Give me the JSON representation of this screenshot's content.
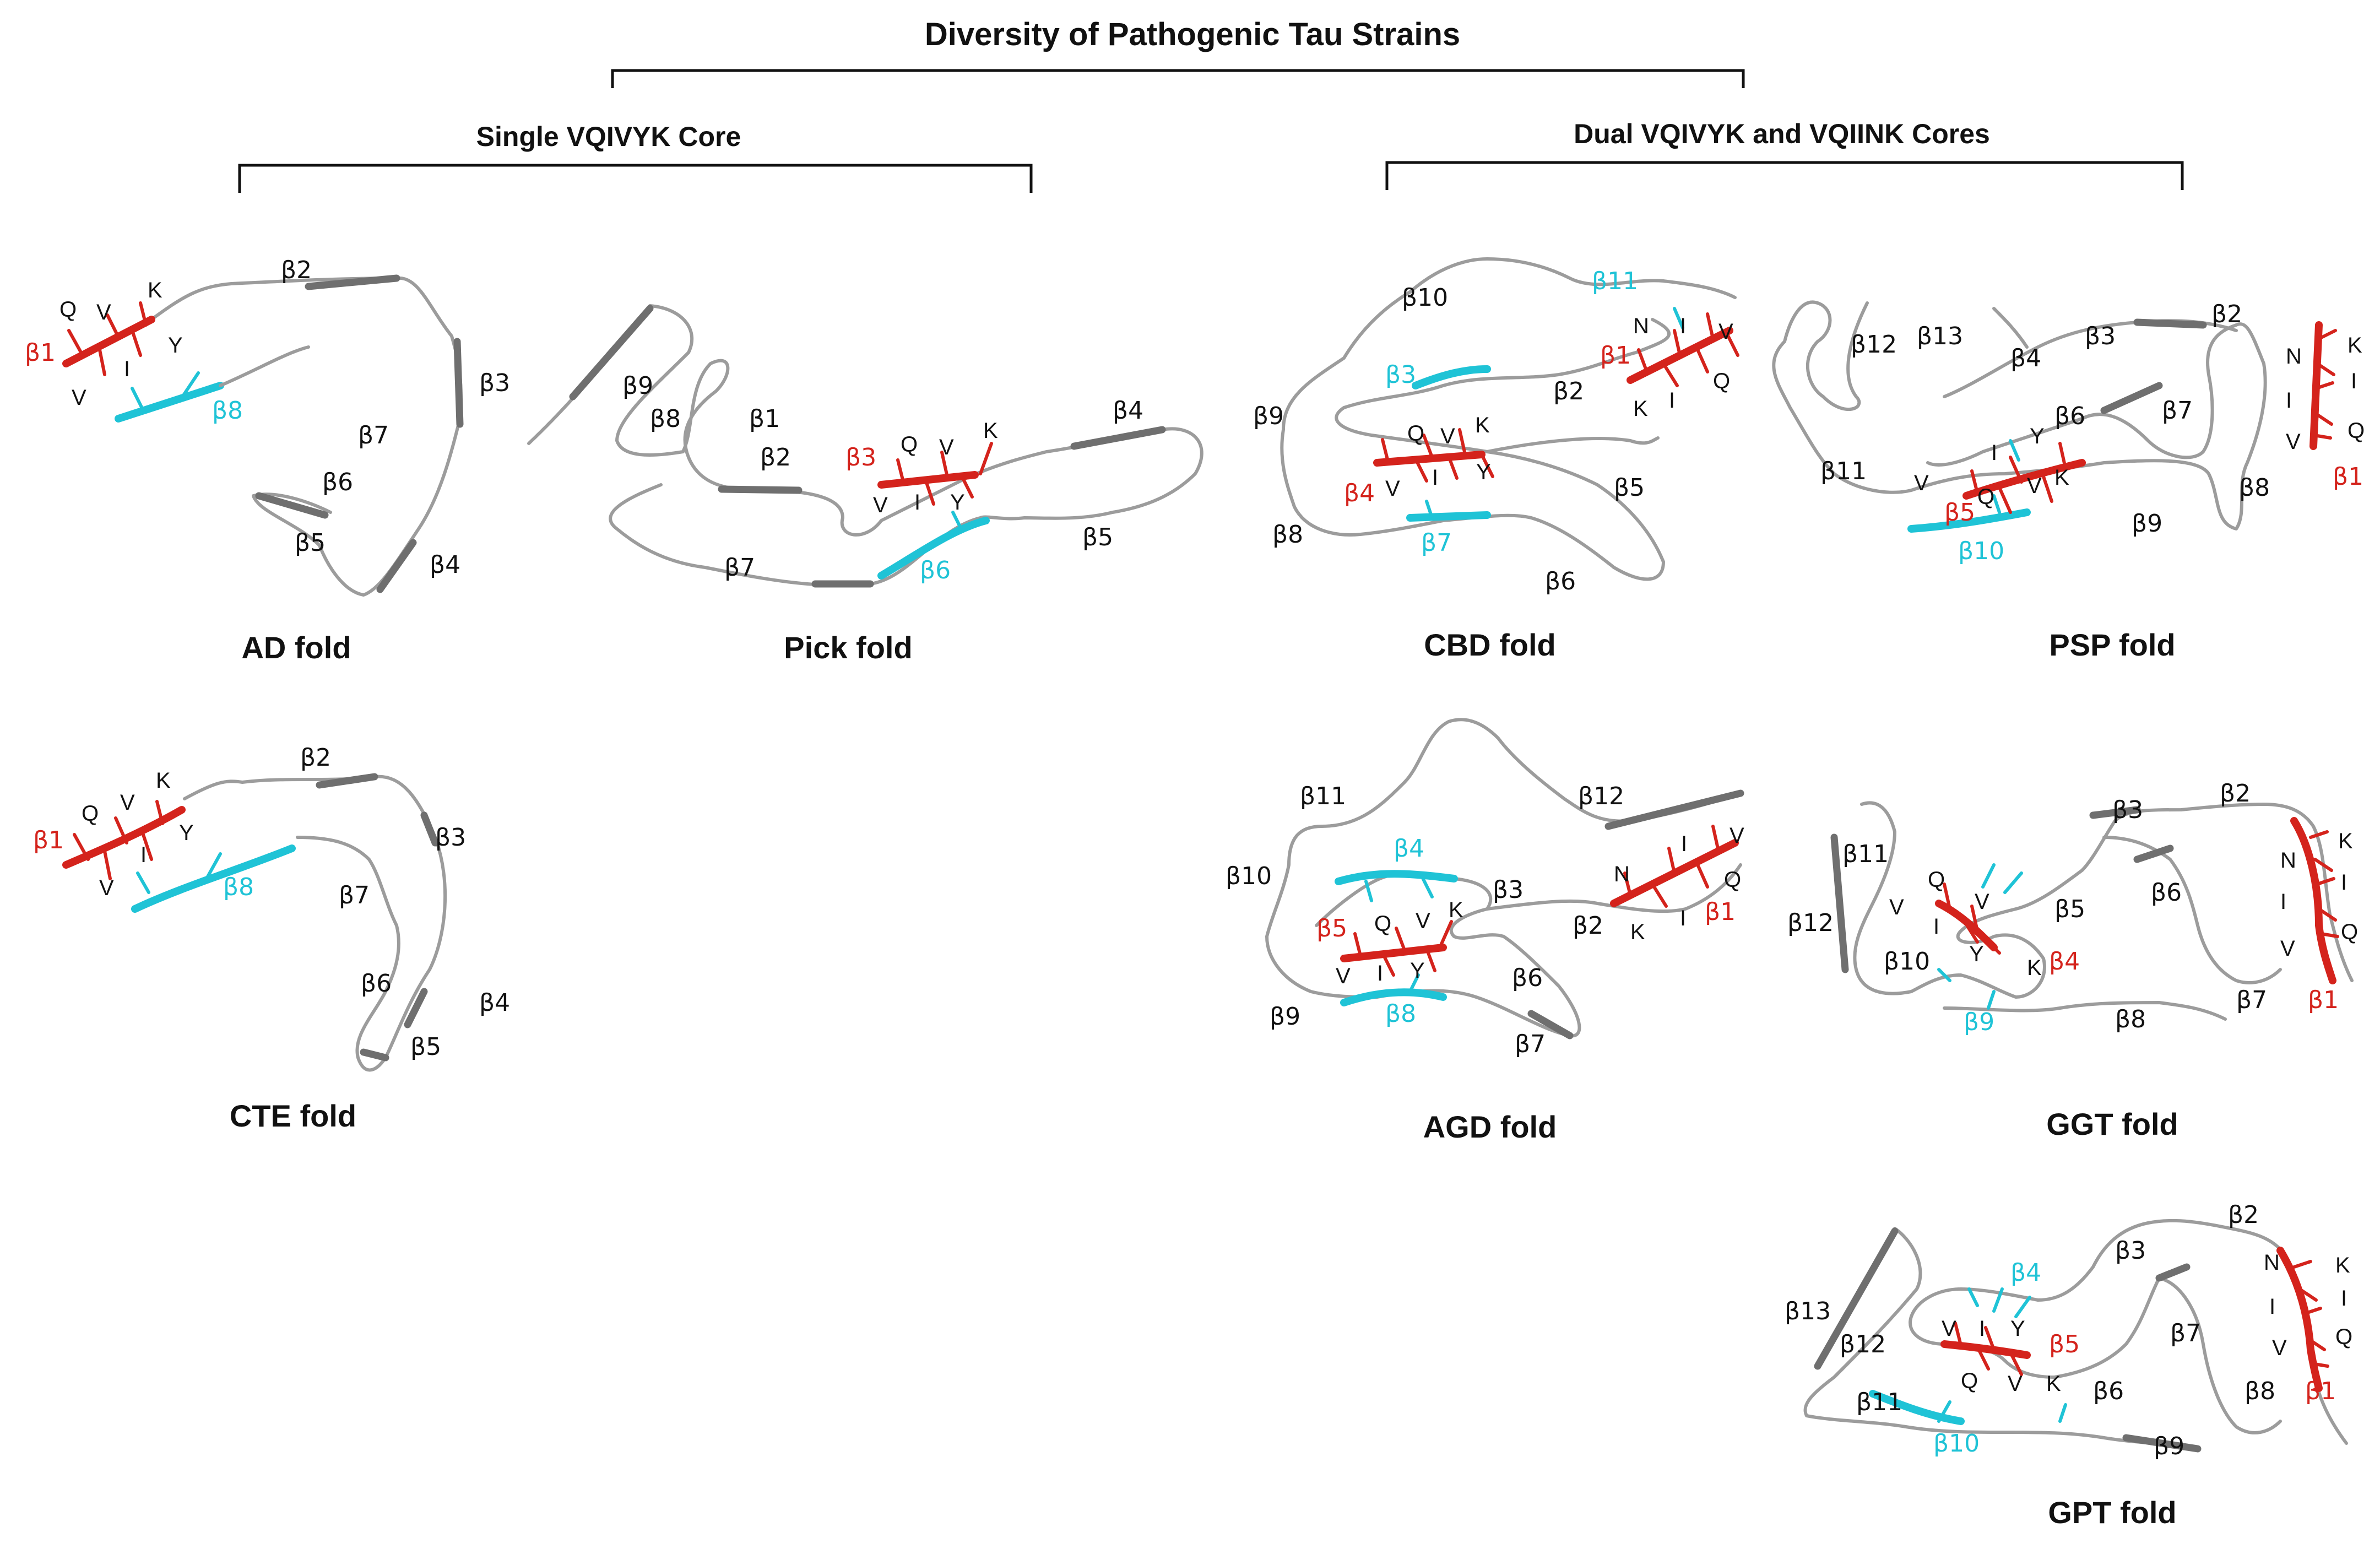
{
  "title": "Diversity of Pathogenic Tau Strains",
  "groups": {
    "single": "Single VQIVYK Core",
    "dual": "Dual VQIVYK and VQIINK Cores"
  },
  "colors": {
    "vqivyk": "#d4231c",
    "vqiink": "#1fc3d6",
    "chain": "#9c9c9c",
    "strand": "#6f6f6f"
  },
  "folds": {
    "ad": {
      "name": "AD fold",
      "labels": [
        {
          "t": "β1",
          "c": "red"
        },
        {
          "t": "β8",
          "c": "cyan"
        },
        {
          "t": "β2",
          "c": "black"
        },
        {
          "t": "β3",
          "c": "black"
        },
        {
          "t": "β7",
          "c": "black"
        },
        {
          "t": "β6",
          "c": "black"
        },
        {
          "t": "β5",
          "c": "black"
        },
        {
          "t": "β4",
          "c": "black"
        },
        {
          "t": "Q",
          "c": "black"
        },
        {
          "t": "V",
          "c": "black"
        },
        {
          "t": "K",
          "c": "black"
        },
        {
          "t": "Y",
          "c": "black"
        },
        {
          "t": "I",
          "c": "black"
        },
        {
          "t": "V",
          "c": "black"
        }
      ]
    },
    "pick": {
      "name": "Pick fold",
      "labels": [
        {
          "t": "β9",
          "c": "black"
        },
        {
          "t": "β8",
          "c": "black"
        },
        {
          "t": "β1",
          "c": "black"
        },
        {
          "t": "β2",
          "c": "black"
        },
        {
          "t": "β3",
          "c": "red"
        },
        {
          "t": "β4",
          "c": "black"
        },
        {
          "t": "β7",
          "c": "black"
        },
        {
          "t": "β6",
          "c": "cyan"
        },
        {
          "t": "β5",
          "c": "black"
        },
        {
          "t": "Q",
          "c": "black"
        },
        {
          "t": "V",
          "c": "black"
        },
        {
          "t": "K",
          "c": "black"
        },
        {
          "t": "V",
          "c": "black"
        },
        {
          "t": "I",
          "c": "black"
        },
        {
          "t": "Y",
          "c": "black"
        }
      ]
    },
    "cte": {
      "name": "CTE fold",
      "labels": [
        {
          "t": "β1",
          "c": "red"
        },
        {
          "t": "β8",
          "c": "cyan"
        },
        {
          "t": "β2",
          "c": "black"
        },
        {
          "t": "β3",
          "c": "black"
        },
        {
          "t": "β7",
          "c": "black"
        },
        {
          "t": "β6",
          "c": "black"
        },
        {
          "t": "β5",
          "c": "black"
        },
        {
          "t": "β4",
          "c": "black"
        },
        {
          "t": "Q",
          "c": "black"
        },
        {
          "t": "V",
          "c": "black"
        },
        {
          "t": "K",
          "c": "black"
        },
        {
          "t": "Y",
          "c": "black"
        },
        {
          "t": "I",
          "c": "black"
        },
        {
          "t": "V",
          "c": "black"
        }
      ]
    },
    "cbd": {
      "name": "CBD fold",
      "labels": [
        {
          "t": "β10",
          "c": "black"
        },
        {
          "t": "β11",
          "c": "cyan"
        },
        {
          "t": "β1",
          "c": "red"
        },
        {
          "t": "β3",
          "c": "cyan"
        },
        {
          "t": "β2",
          "c": "black"
        },
        {
          "t": "β9",
          "c": "black"
        },
        {
          "t": "β4",
          "c": "red"
        },
        {
          "t": "β7",
          "c": "cyan"
        },
        {
          "t": "β5",
          "c": "black"
        },
        {
          "t": "β8",
          "c": "black"
        },
        {
          "t": "β6",
          "c": "black"
        },
        {
          "t": "N",
          "c": "black"
        },
        {
          "t": "I",
          "c": "black"
        },
        {
          "t": "V",
          "c": "black"
        },
        {
          "t": "K",
          "c": "black"
        },
        {
          "t": "I",
          "c": "black"
        },
        {
          "t": "Q",
          "c": "black"
        },
        {
          "t": "Q",
          "c": "black"
        },
        {
          "t": "V",
          "c": "black"
        },
        {
          "t": "K",
          "c": "black"
        },
        {
          "t": "V",
          "c": "black"
        },
        {
          "t": "I",
          "c": "black"
        },
        {
          "t": "Y",
          "c": "black"
        }
      ]
    },
    "psp": {
      "name": "PSP fold",
      "labels": [
        {
          "t": "β12",
          "c": "black"
        },
        {
          "t": "β13",
          "c": "black"
        },
        {
          "t": "β4",
          "c": "black"
        },
        {
          "t": "β3",
          "c": "black"
        },
        {
          "t": "β2",
          "c": "black"
        },
        {
          "t": "β6",
          "c": "black"
        },
        {
          "t": "β7",
          "c": "black"
        },
        {
          "t": "β11",
          "c": "black"
        },
        {
          "t": "β5",
          "c": "red"
        },
        {
          "t": "β10",
          "c": "cyan"
        },
        {
          "t": "β9",
          "c": "black"
        },
        {
          "t": "β8",
          "c": "black"
        },
        {
          "t": "β1",
          "c": "red"
        },
        {
          "t": "N",
          "c": "black"
        },
        {
          "t": "K",
          "c": "black"
        },
        {
          "t": "I",
          "c": "black"
        },
        {
          "t": "I",
          "c": "black"
        },
        {
          "t": "Q",
          "c": "black"
        },
        {
          "t": "V",
          "c": "black"
        },
        {
          "t": "I",
          "c": "black"
        },
        {
          "t": "Y",
          "c": "black"
        },
        {
          "t": "V",
          "c": "black"
        },
        {
          "t": "Q",
          "c": "black"
        },
        {
          "t": "V",
          "c": "black"
        },
        {
          "t": "K",
          "c": "black"
        }
      ]
    },
    "agd": {
      "name": "AGD fold",
      "labels": [
        {
          "t": "β11",
          "c": "black"
        },
        {
          "t": "β12",
          "c": "black"
        },
        {
          "t": "β10",
          "c": "black"
        },
        {
          "t": "β4",
          "c": "cyan"
        },
        {
          "t": "β3",
          "c": "black"
        },
        {
          "t": "β2",
          "c": "black"
        },
        {
          "t": "β5",
          "c": "red"
        },
        {
          "t": "β1",
          "c": "red"
        },
        {
          "t": "β6",
          "c": "black"
        },
        {
          "t": "β9",
          "c": "black"
        },
        {
          "t": "β8",
          "c": "cyan"
        },
        {
          "t": "β7",
          "c": "black"
        },
        {
          "t": "N",
          "c": "black"
        },
        {
          "t": "I",
          "c": "black"
        },
        {
          "t": "V",
          "c": "black"
        },
        {
          "t": "Q",
          "c": "black"
        },
        {
          "t": "K",
          "c": "black"
        },
        {
          "t": "I",
          "c": "black"
        },
        {
          "t": "Q",
          "c": "black"
        },
        {
          "t": "V",
          "c": "black"
        },
        {
          "t": "K",
          "c": "black"
        },
        {
          "t": "V",
          "c": "black"
        },
        {
          "t": "I",
          "c": "black"
        },
        {
          "t": "Y",
          "c": "black"
        }
      ]
    },
    "ggt": {
      "name": "GGT fold",
      "labels": [
        {
          "t": "β11",
          "c": "black"
        },
        {
          "t": "β3",
          "c": "black"
        },
        {
          "t": "β2",
          "c": "black"
        },
        {
          "t": "β12",
          "c": "black"
        },
        {
          "t": "β5",
          "c": "black"
        },
        {
          "t": "β6",
          "c": "black"
        },
        {
          "t": "β10",
          "c": "black"
        },
        {
          "t": "β4",
          "c": "red"
        },
        {
          "t": "β9",
          "c": "cyan"
        },
        {
          "t": "β8",
          "c": "black"
        },
        {
          "t": "β7",
          "c": "black"
        },
        {
          "t": "β1",
          "c": "red"
        },
        {
          "t": "Q",
          "c": "black"
        },
        {
          "t": "V",
          "c": "black"
        },
        {
          "t": "V",
          "c": "black"
        },
        {
          "t": "I",
          "c": "black"
        },
        {
          "t": "Y",
          "c": "black"
        },
        {
          "t": "K",
          "c": "black"
        },
        {
          "t": "K",
          "c": "black"
        },
        {
          "t": "N",
          "c": "black"
        },
        {
          "t": "I",
          "c": "black"
        },
        {
          "t": "I",
          "c": "black"
        },
        {
          "t": "Q",
          "c": "black"
        },
        {
          "t": "V",
          "c": "black"
        }
      ]
    },
    "gpt": {
      "name": "GPT fold",
      "labels": [
        {
          "t": "β2",
          "c": "black"
        },
        {
          "t": "β4",
          "c": "cyan"
        },
        {
          "t": "β3",
          "c": "black"
        },
        {
          "t": "β13",
          "c": "black"
        },
        {
          "t": "β12",
          "c": "black"
        },
        {
          "t": "β5",
          "c": "red"
        },
        {
          "t": "β6",
          "c": "black"
        },
        {
          "t": "β7",
          "c": "black"
        },
        {
          "t": "β8",
          "c": "black"
        },
        {
          "t": "β1",
          "c": "red"
        },
        {
          "t": "β11",
          "c": "black"
        },
        {
          "t": "β10",
          "c": "cyan"
        },
        {
          "t": "β9",
          "c": "black"
        },
        {
          "t": "V",
          "c": "black"
        },
        {
          "t": "I",
          "c": "black"
        },
        {
          "t": "Y",
          "c": "black"
        },
        {
          "t": "Q",
          "c": "black"
        },
        {
          "t": "V",
          "c": "black"
        },
        {
          "t": "K",
          "c": "black"
        },
        {
          "t": "K",
          "c": "black"
        },
        {
          "t": "N",
          "c": "black"
        },
        {
          "t": "I",
          "c": "black"
        },
        {
          "t": "I",
          "c": "black"
        },
        {
          "t": "Q",
          "c": "black"
        },
        {
          "t": "V",
          "c": "black"
        }
      ]
    }
  }
}
